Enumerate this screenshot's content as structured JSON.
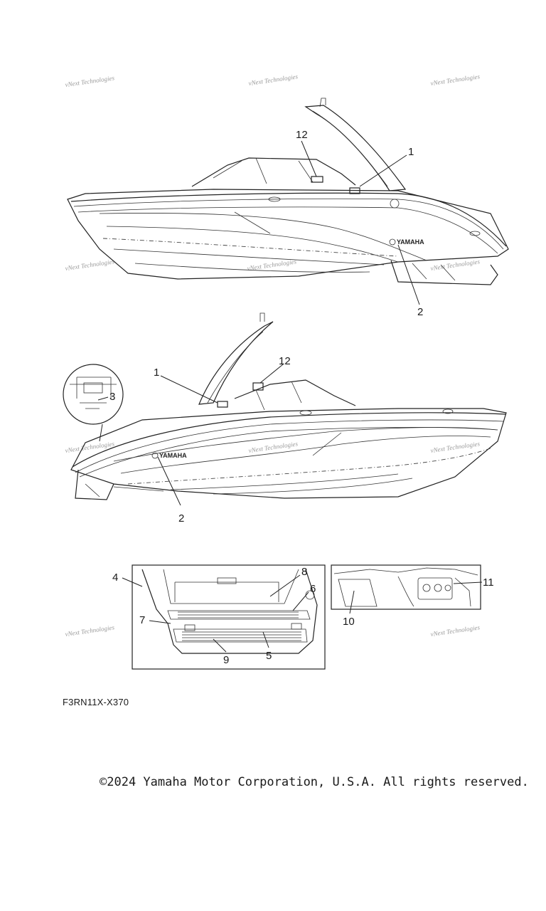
{
  "callouts": {
    "top_view": [
      "12",
      "1",
      "2"
    ],
    "bottom_view": [
      "1",
      "12",
      "3",
      "2"
    ],
    "inset_left": [
      "4",
      "8",
      "6",
      "7",
      "9",
      "5"
    ],
    "inset_right": [
      "11",
      "10"
    ]
  },
  "brand_logo": "YAMAHA",
  "watermark": "vNext Technologies",
  "diagram_code": "F3RN11X-X370",
  "copyright": "©2024 Yamaha Motor Corporation, U.S.A. All rights reserved."
}
